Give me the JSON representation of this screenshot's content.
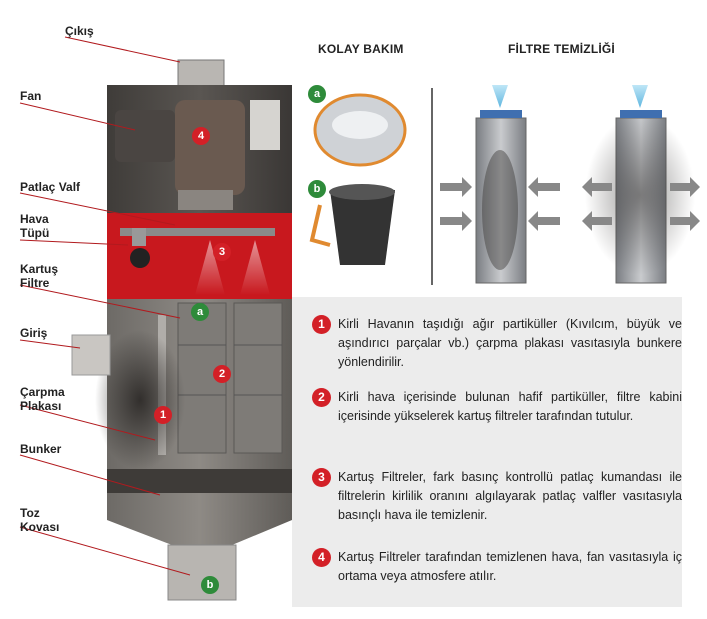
{
  "labels": {
    "cikis": "Çıkış",
    "fan": "Fan",
    "patlac_valf": "Patlaç Valf",
    "hava_tupu_1": "Hava",
    "hava_tupu_2": "Tüpü",
    "kartus_1": "Kartuş",
    "kartus_2": "Filtre",
    "giris": "Giriş",
    "carpma_1": "Çarpma",
    "carpma_2": "Plakası",
    "bunker": "Bunker",
    "toz_1": "Toz",
    "toz_2": "Kovası"
  },
  "headings": {
    "kolay_bakim": "KOLAY BAKIM",
    "filtre_temizligi": "FİLTRE TEMİZLİĞİ"
  },
  "badges": {
    "n1": "1",
    "n2": "2",
    "n3": "3",
    "n4": "4",
    "a": "a",
    "b": "b"
  },
  "items": [
    {
      "num": "1",
      "text": "Kirli Havanın taşıdığı ağır partiküller (Kıvılcım, büyük ve aşındırıcı parçalar vb.) çarpma plakası vasıtasıyla bunkere yönlendirilir."
    },
    {
      "num": "2",
      "text": "Kirli hava içerisinde bulunan hafif partiküller, filtre kabini içerisinde yükselerek kartuş filtreler tarafından tutulur."
    },
    {
      "num": "3",
      "text": "Kartuş Filtreler, fark basınç kontrollü patlaç kumandası ile filtrelerin kirlilik oranını algılayarak patlaç valfler vasıtasıyla basınçlı hava ile temizlenir."
    },
    {
      "num": "4",
      "text": "Kartuş Filtreler tarafından temizlenen hava, fan vasıtasıyla iç ortama veya atmosfere atılır."
    }
  ],
  "colors": {
    "accent_red": "#d32027",
    "accent_green": "#2e8b3a",
    "panel_bg": "#ececec",
    "red_chamber": "#c8181e"
  }
}
